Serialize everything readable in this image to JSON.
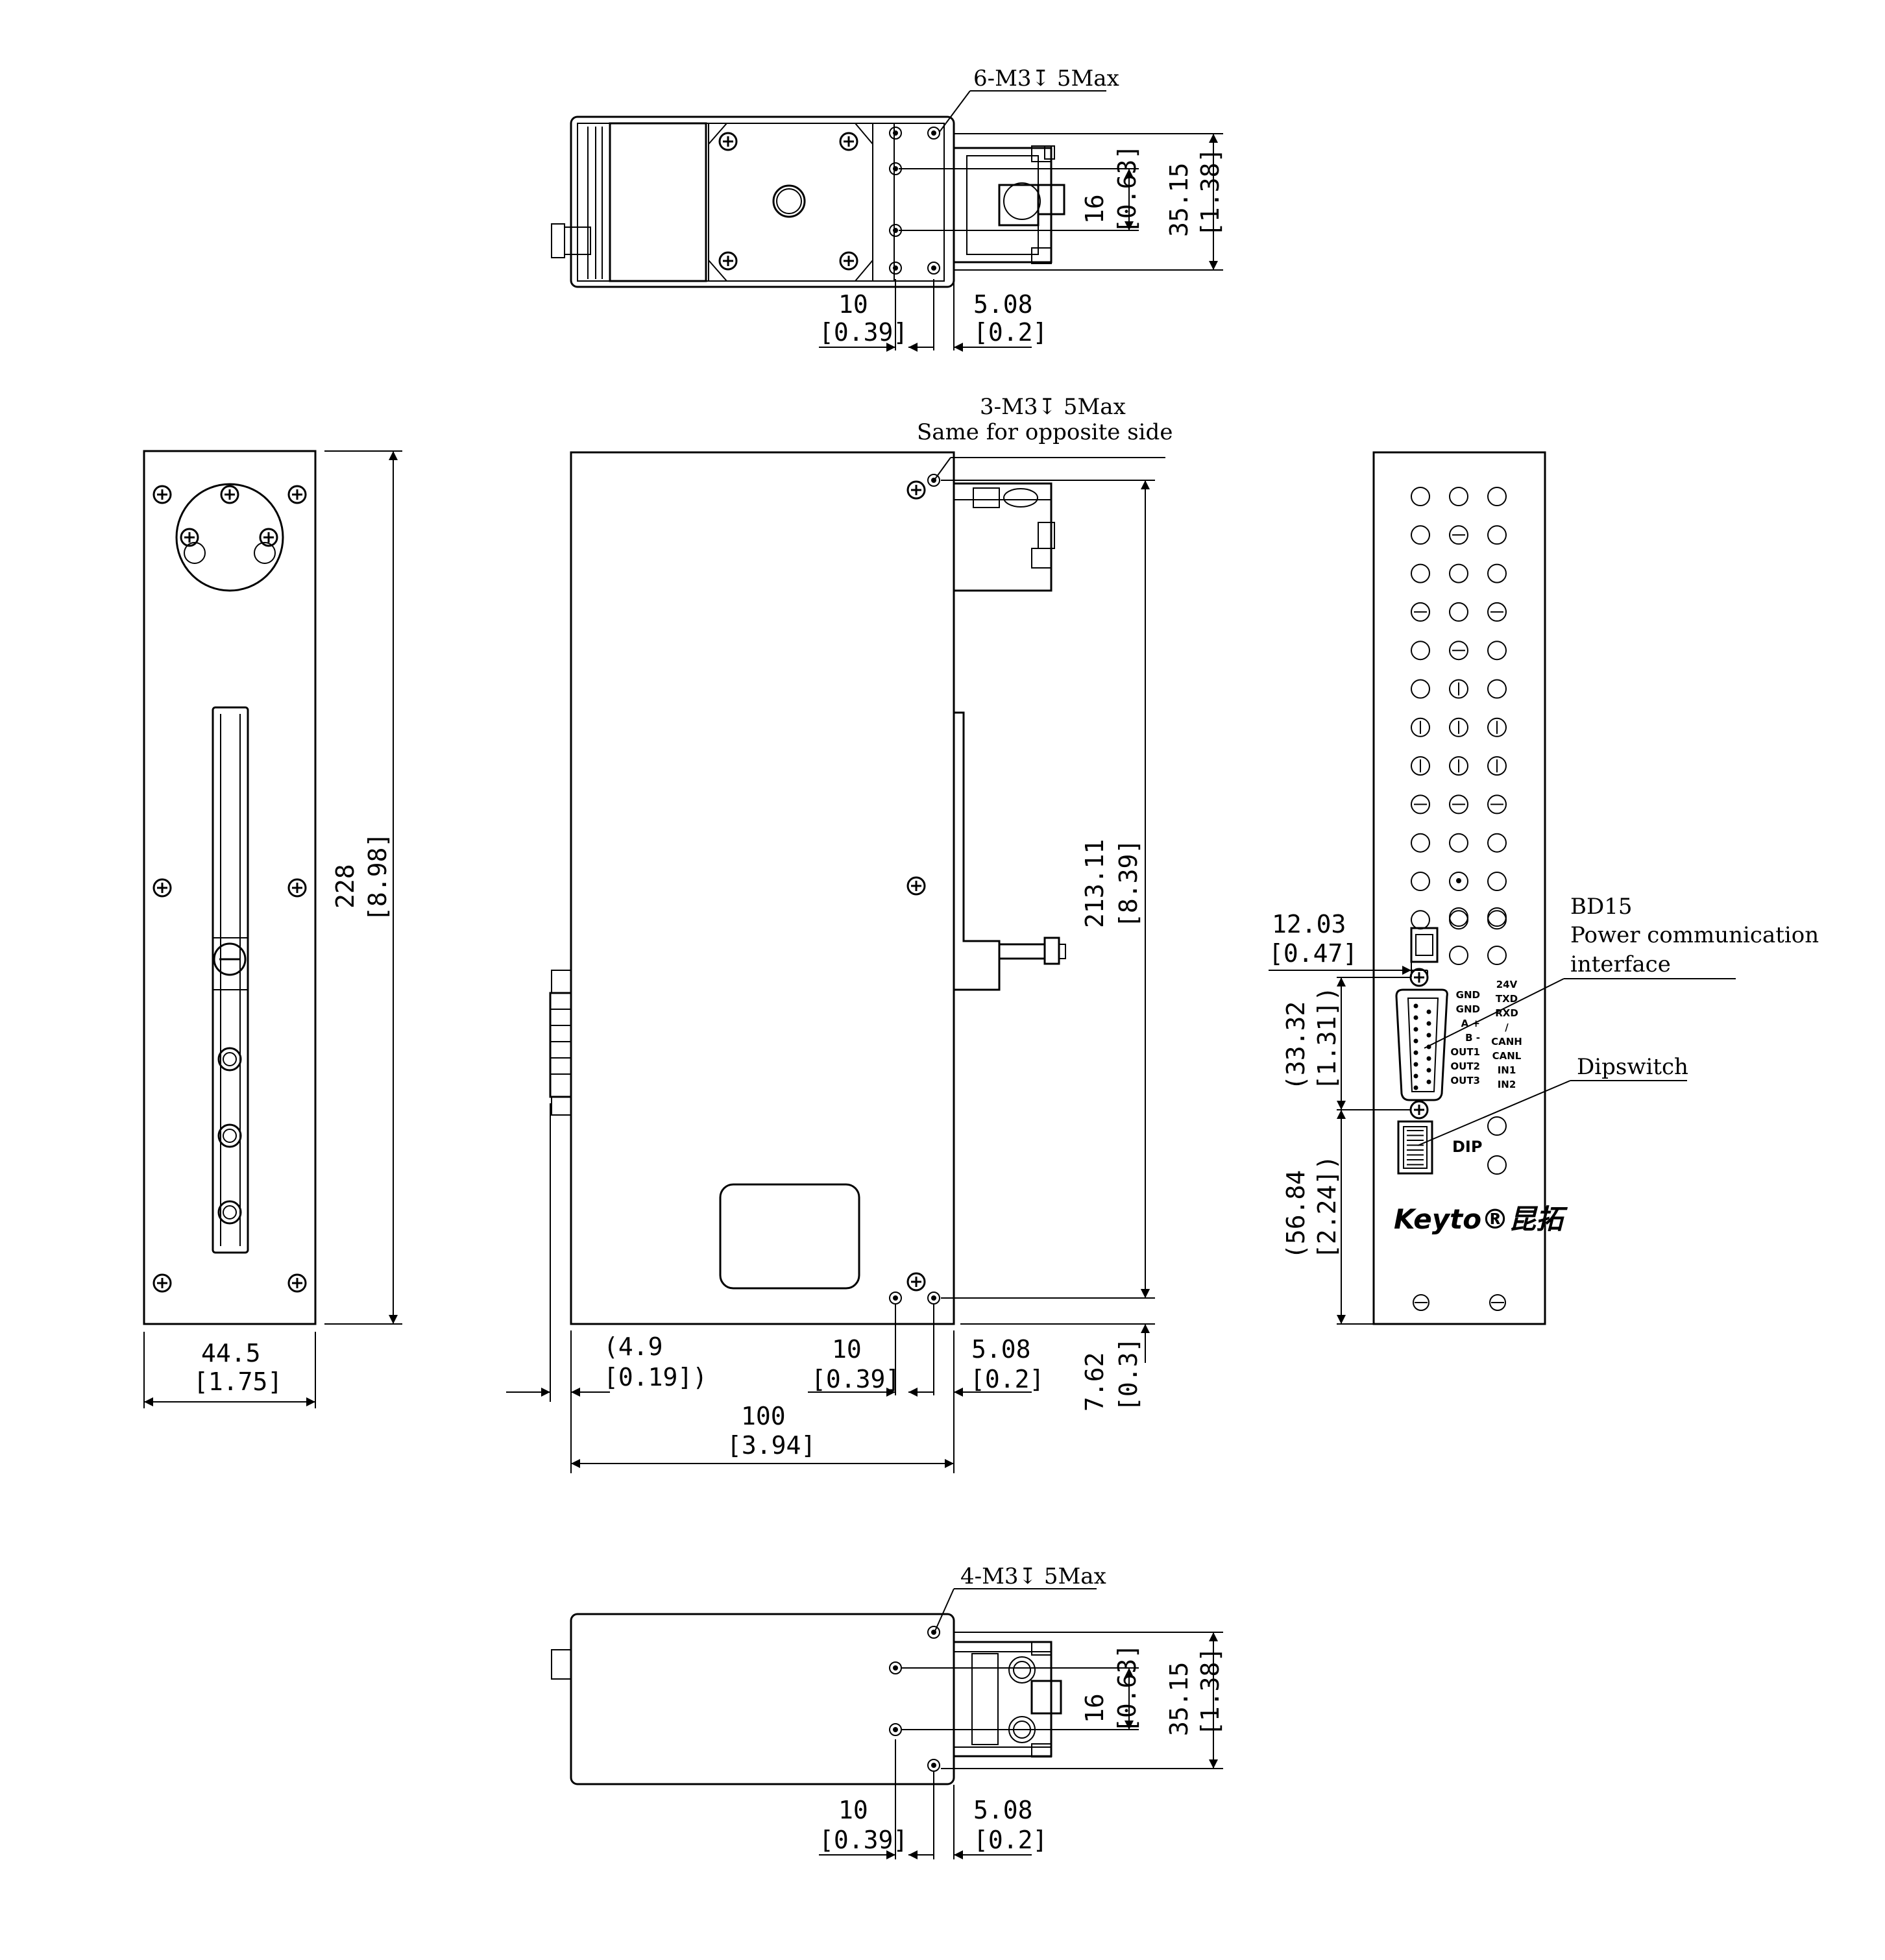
{
  "callouts": {
    "top_holes": "6-M3↧ 5Max",
    "side_holes": "3-M3↧ 5Max",
    "side_holes_note": "Same for opposite side",
    "bottom_holes": "4-M3↧ 5Max"
  },
  "top_view": {
    "d_10": "10",
    "d_10_in": "[0.39]",
    "d_508": "5.08",
    "d_508_in": "[0.2]",
    "d_16": "16",
    "d_16_in": "[0.63]",
    "d_3515": "35.15",
    "d_3515_in": "[1.38]"
  },
  "left_view": {
    "d_445": "44.5",
    "d_445_in": "[1.75]",
    "d_228": "228",
    "d_228_in": "[8.98]"
  },
  "front_view": {
    "d_49": "(4.9",
    "d_49_in": "[0.19])",
    "d_10": "10",
    "d_10_in": "[0.39]",
    "d_508": "5.08",
    "d_508_in": "[0.2]",
    "d_100": "100",
    "d_100_in": "[3.94]",
    "d_21311": "213.11",
    "d_21311_in": "[8.39]",
    "d_762": "7.62",
    "d_762_in": "[0.3]"
  },
  "bottom_view": {
    "d_10": "10",
    "d_10_in": "[0.39]",
    "d_508": "5.08",
    "d_508_in": "[0.2]",
    "d_16": "16",
    "d_16_in": "[0.63]",
    "d_3515": "35.15",
    "d_3515_in": "[1.38]"
  },
  "right_view": {
    "d_1203": "12.03",
    "d_1203_in": "[0.47]",
    "d_3332": "(33.32",
    "d_3332_in": "[1.31])",
    "d_5684": "(56.84",
    "d_5684_in": "[2.24])",
    "bd15_title": "BD15",
    "bd15_line2": "Power communication",
    "bd15_line3": "interface",
    "dipswitch": "Dipswitch",
    "dip_label": "DIP",
    "logo": "Keyto®昆拓",
    "pins_left": [
      "GND",
      "GND",
      "A +",
      "B -",
      "OUT1",
      "OUT2",
      "OUT3"
    ],
    "pins_right": [
      "24V",
      "TXD",
      "RXD",
      "/",
      "CANH",
      "CANL",
      "IN1",
      "IN2"
    ]
  }
}
